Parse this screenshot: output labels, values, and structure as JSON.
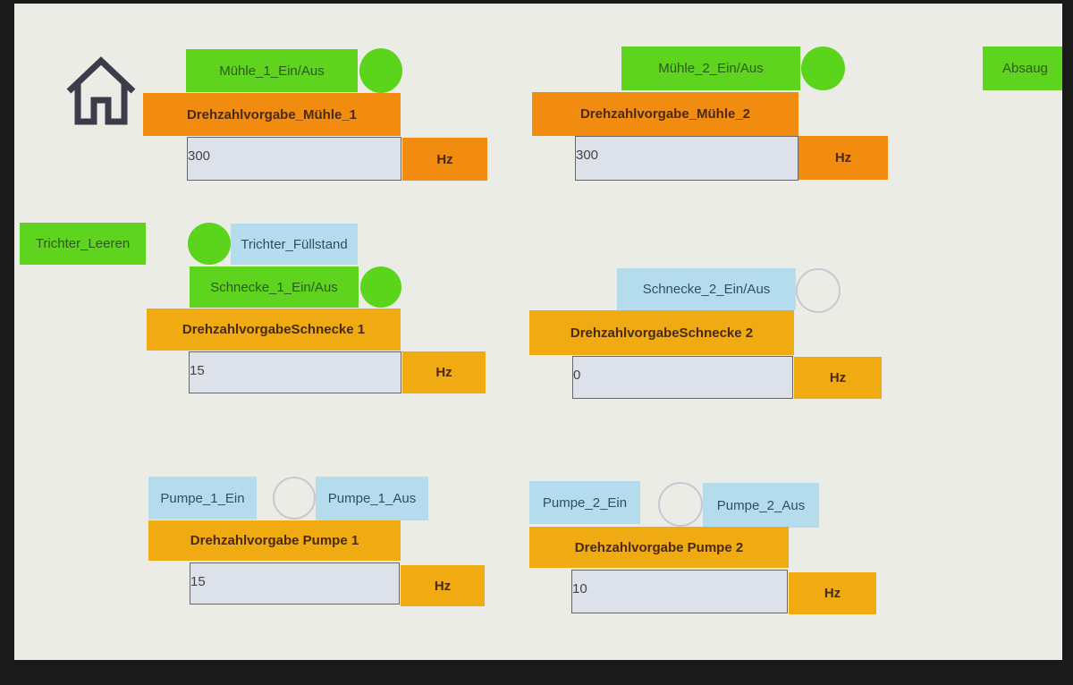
{
  "home": {
    "icon": "home-icon"
  },
  "muehle1": {
    "toggle": "Mühle_1_Ein/Aus",
    "setpoint_label": "Drehzahlvorgabe_Mühle_1",
    "value": "300",
    "unit": "Hz",
    "status": "on"
  },
  "muehle2": {
    "toggle": "Mühle_2_Ein/Aus",
    "setpoint_label": "Drehzahlvorgabe_Mühle_2",
    "value": "300",
    "unit": "Hz",
    "status": "on"
  },
  "absaugung": {
    "label": "Absaug"
  },
  "trichter": {
    "leeren": "Trichter_Leeren",
    "fuellstand": "Trichter_Füllstand",
    "status": "on"
  },
  "schnecke1": {
    "toggle": "Schnecke_1_Ein/Aus",
    "setpoint_label": "DrehzahlvorgabeSchnecke 1",
    "value": "15",
    "unit": "Hz",
    "status": "on"
  },
  "schnecke2": {
    "toggle": "Schnecke_2_Ein/Aus",
    "setpoint_label": "DrehzahlvorgabeSchnecke 2",
    "value": "0",
    "unit": "Hz",
    "status": "off"
  },
  "pumpe1": {
    "ein": "Pumpe_1_Ein",
    "aus": "Pumpe_1_Aus",
    "setpoint_label": "Drehzahlvorgabe Pumpe 1",
    "value": "15",
    "unit": "Hz",
    "status": "off"
  },
  "pumpe2": {
    "ein": "Pumpe_2_Ein",
    "aus": "Pumpe_2_Aus",
    "setpoint_label": "Drehzahlvorgabe Pumpe 2",
    "value": "10",
    "unit": "Hz",
    "status": "off"
  }
}
